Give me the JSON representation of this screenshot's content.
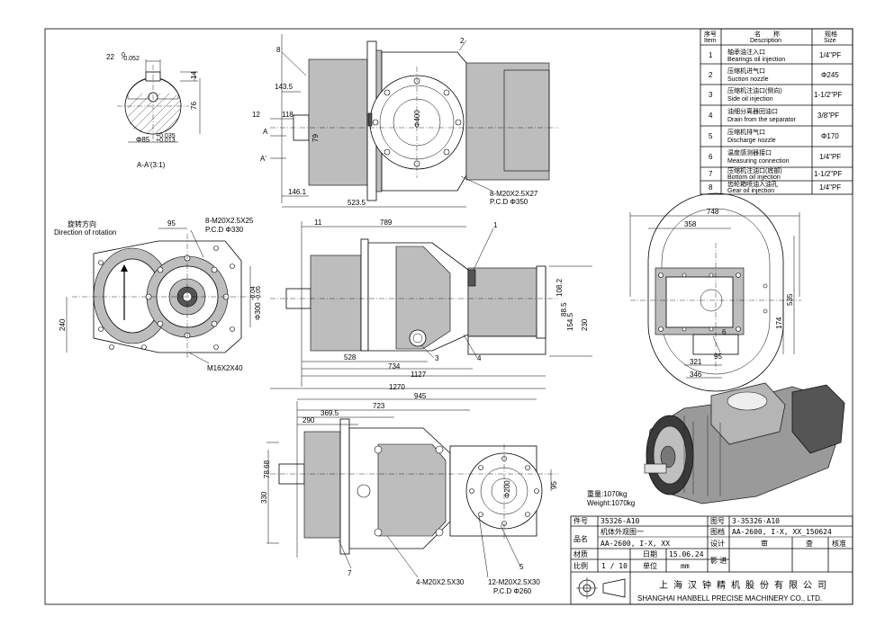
{
  "views": {
    "section_label": "A-A'(3:1)",
    "section_dims": {
      "key_width": "22",
      "key_tol": "-0.052",
      "key_top": "0",
      "key_depth": "14",
      "shaft_dia": "Φ85",
      "shaft_tol_upper": "+0.035",
      "shaft_tol_lower": "+0.013",
      "height": "76"
    },
    "top_view": {
      "balloons": [
        "8",
        "2"
      ],
      "dims": [
        "143.5",
        "12",
        "118",
        "79",
        "146.1",
        "523.5",
        "Φ400"
      ],
      "section_marks": [
        "A",
        "A'"
      ],
      "note_bolts": "8-M20X2.5X27",
      "note_pcd": "P.C.D Φ350"
    },
    "front_view": {
      "rotation_cn": "旋转方向",
      "rotation_en": "Direction of rotation",
      "dims": [
        "95",
        "240",
        "Φ300",
        "-0.04",
        "-0.05"
      ],
      "note_bolts": "8-M20X2.5X25",
      "note_pcd": "P.C.D Φ330",
      "note_bottom": "M16X2X40"
    },
    "side_view": {
      "dims": [
        "11",
        "789",
        "528",
        "734",
        "1127",
        "1270",
        "108.2",
        "88.5",
        "154.5",
        "230"
      ],
      "balloons": [
        "1",
        "3",
        "4"
      ]
    },
    "end_view": {
      "dims": [
        "748",
        "358",
        "535",
        "174",
        "321",
        "95",
        "346"
      ],
      "balloons": [
        "6"
      ]
    },
    "bottom_view": {
      "dims": [
        "945",
        "723",
        "369.5",
        "290",
        "78.68",
        "330",
        "95",
        "Φ200"
      ],
      "balloons": [
        "7",
        "5"
      ],
      "note_left_bolts": "4-M20X2.5X30",
      "note_right_bolts": "12-M20X2.5X30",
      "note_right_pcd": "P.C.D Φ260"
    },
    "weight_cn": "重量:1070kg",
    "weight_en": "Weight:1070kg"
  },
  "parts_table": {
    "headers": {
      "no_cn": "序号",
      "no_en": "Item",
      "name_cn": "名　　称",
      "name_en": "Description",
      "size_cn": "规格",
      "size_en": "Size"
    },
    "rows": [
      {
        "item": "1",
        "cn": "轴承油注入口",
        "en": "Bearings oil injection",
        "size": "1/4\"PF"
      },
      {
        "item": "2",
        "cn": "压缩机进气口",
        "en": "Suction nozzle",
        "size": "Φ245"
      },
      {
        "item": "3",
        "cn": "压缩机注油口(侧向)",
        "en": "Side oil injection",
        "size": "1-1/2\"PF"
      },
      {
        "item": "4",
        "cn": "油细分离器回油口",
        "en": "Drain from the separator",
        "size": "3/8\"PF"
      },
      {
        "item": "5",
        "cn": "压缩机排气口",
        "en": "Discharge nozzle",
        "size": "Φ170"
      },
      {
        "item": "6",
        "cn": "温度感测器接口",
        "en": "Measuring connection",
        "size": "1/4\"PF"
      },
      {
        "item": "7",
        "cn": "压缩机注油口(底部)",
        "en": "Bottom oil injection",
        "size": "1-1/2\"PF"
      },
      {
        "item": "8",
        "cn": "齿轮箱喷油入油孔",
        "en": "Gear oil injection",
        "size": "1/4\"PF"
      }
    ]
  },
  "title_block": {
    "part_no_label": "件号",
    "part_no": "35326-A10",
    "drawing_no_label": "图号",
    "drawing_no": "3-35326-A10",
    "name_label": "品名",
    "name_line1": "机体外观图一",
    "name_line2": "AA-2600, I-X, XX",
    "file_label": "图档",
    "file_name": "AA-2600, I-X, XX_150624",
    "design_label": "设计",
    "review_label": "审",
    "check_label": "查",
    "approve_label": "核准",
    "material_label": "材质",
    "date_label": "日期",
    "date_value": "15.06.24",
    "scale_label": "比例",
    "scale_value": "1 / 10",
    "unit_label": "单位",
    "unit_value": "mm",
    "projection_label": "影 进",
    "company_cn": "上海汉钟精机股份有限公司",
    "company_en": "SHANGHAI HANBELL PRECISE MACHINERY CO., LTD."
  }
}
